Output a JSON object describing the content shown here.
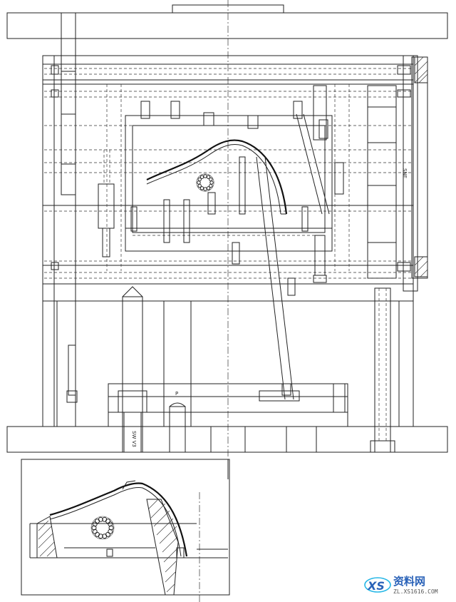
{
  "drawing": {
    "labels": {
      "rotated_mark_left": "SW V3",
      "rotated_mark_right": "SNE",
      "pin_mark": "P"
    }
  },
  "watermark": {
    "title": "资料网",
    "url": "ZL.XS1616.COM",
    "logo_letters": "XS"
  },
  "colors": {
    "line": "#222222",
    "background": "#ffffff",
    "watermark_blue": "#2a62b8",
    "watermark_cyan": "#26b7e6"
  }
}
